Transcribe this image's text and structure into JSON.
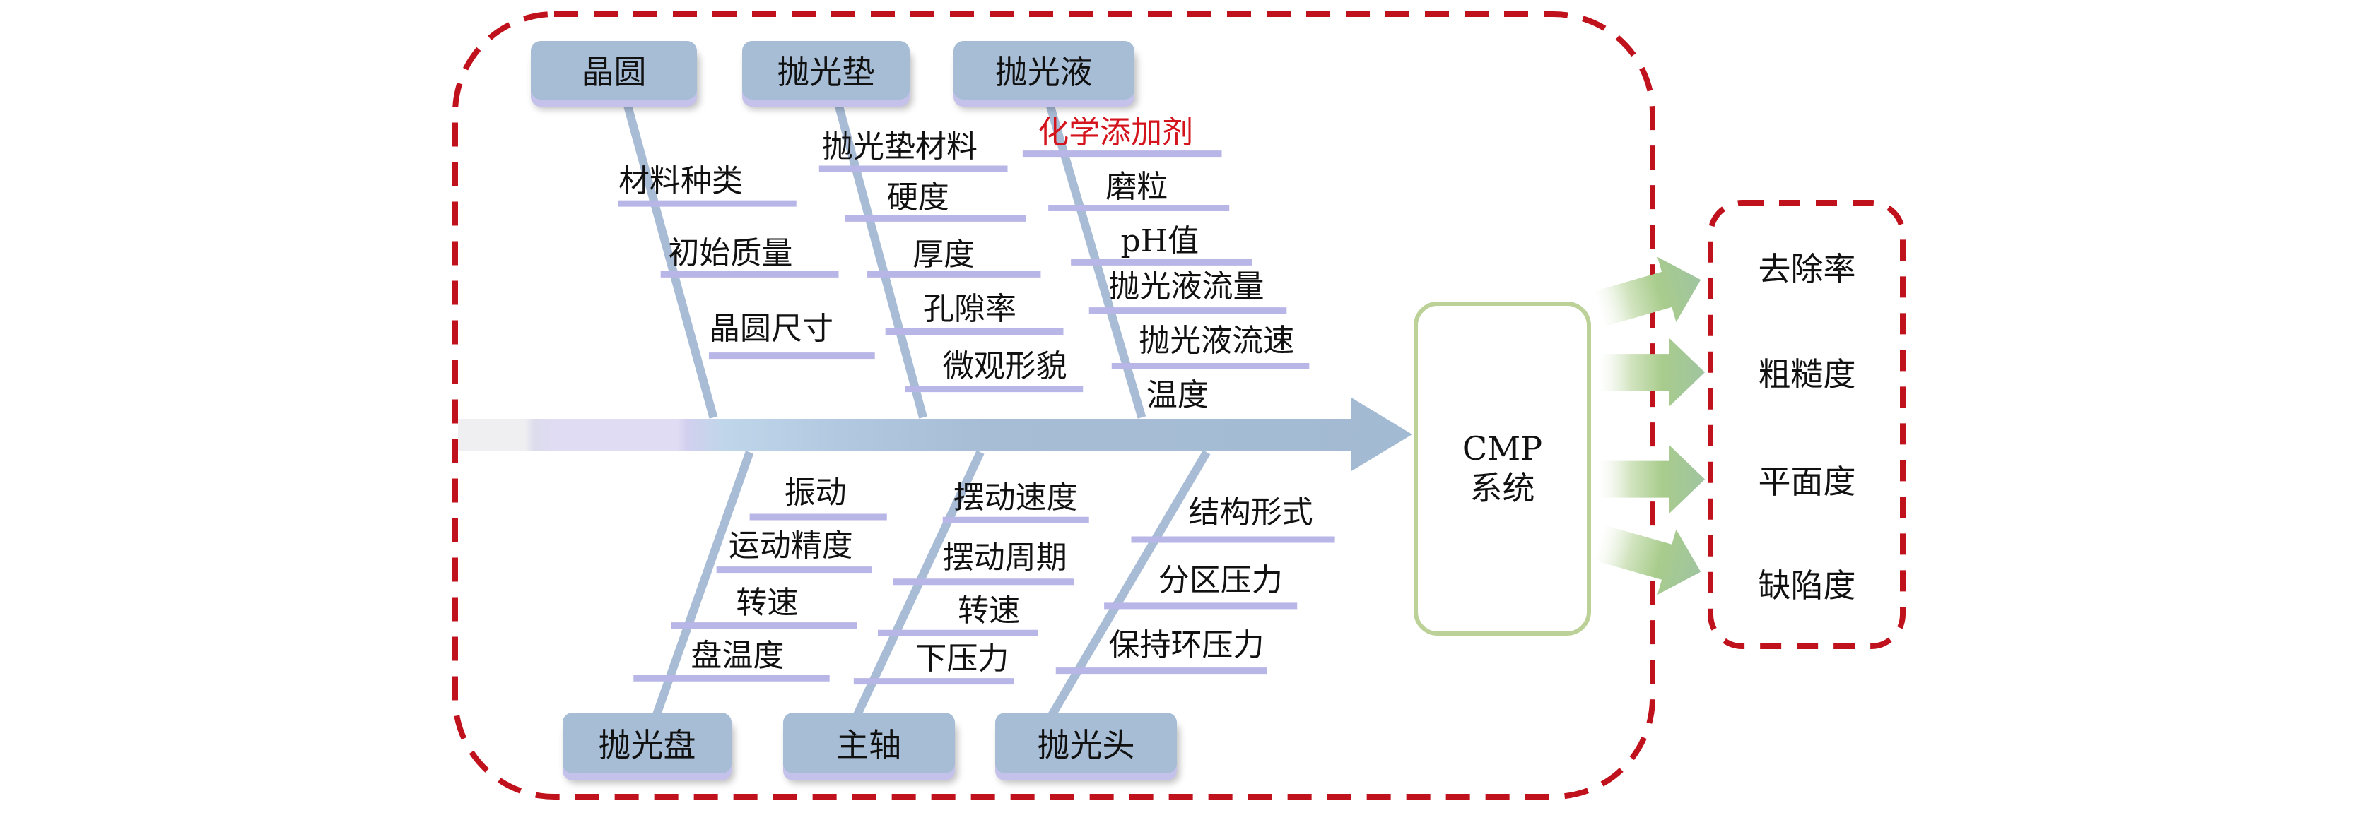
{
  "categories_top": [
    {
      "title": "晶圆",
      "factors": [
        "材料种类",
        "初始质量",
        "晶圆尺寸"
      ]
    },
    {
      "title": "抛光垫",
      "factors": [
        "抛光垫材料",
        "硬度",
        "厚度",
        "孔隙率",
        "微观形貌"
      ]
    },
    {
      "title": "抛光液",
      "factors": [
        "化学添加剂",
        "磨粒",
        "pH值",
        "抛光液流量",
        "抛光液流速",
        "温度"
      ]
    }
  ],
  "categories_bottom": [
    {
      "title": "抛光盘",
      "factors": [
        "振动",
        "运动精度",
        "转速",
        "盘温度"
      ]
    },
    {
      "title": "主轴",
      "factors": [
        "摆动速度",
        "摆动周期",
        "转速",
        "下压力"
      ]
    },
    {
      "title": "抛光头",
      "factors": [
        "结构形式",
        "分区压力",
        "保持环压力"
      ]
    }
  ],
  "system": {
    "line1": "CMP",
    "line2": "系统"
  },
  "outputs": [
    "去除率",
    "粗糙度",
    "平面度",
    "缺陷度"
  ],
  "colors": {
    "dashed_border": "#c0121c",
    "highlight_text": "#d4141c",
    "box_fill": "#a6bdd5",
    "bone": "#a8bcd6",
    "underline": "#b8b6e6",
    "system_border": "#bcd197",
    "output_arrow": "#a8cc8c"
  }
}
